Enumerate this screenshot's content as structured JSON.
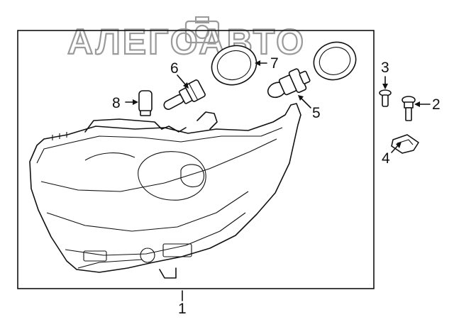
{
  "watermark": {
    "text": "АЛЕГОАВТО",
    "logo": "car-camera-logo"
  },
  "callouts": [
    {
      "number": "1",
      "part": "headlamp-assembly"
    },
    {
      "number": "2",
      "part": "bolt"
    },
    {
      "number": "3",
      "part": "screw"
    },
    {
      "number": "4",
      "part": "clip-nut"
    },
    {
      "number": "5",
      "part": "low-beam-bulb"
    },
    {
      "number": "6",
      "part": "high-beam-bulb"
    },
    {
      "number": "7",
      "part": "bulb-cover-seal"
    },
    {
      "number": "8",
      "part": "side-marker-bulb"
    }
  ]
}
